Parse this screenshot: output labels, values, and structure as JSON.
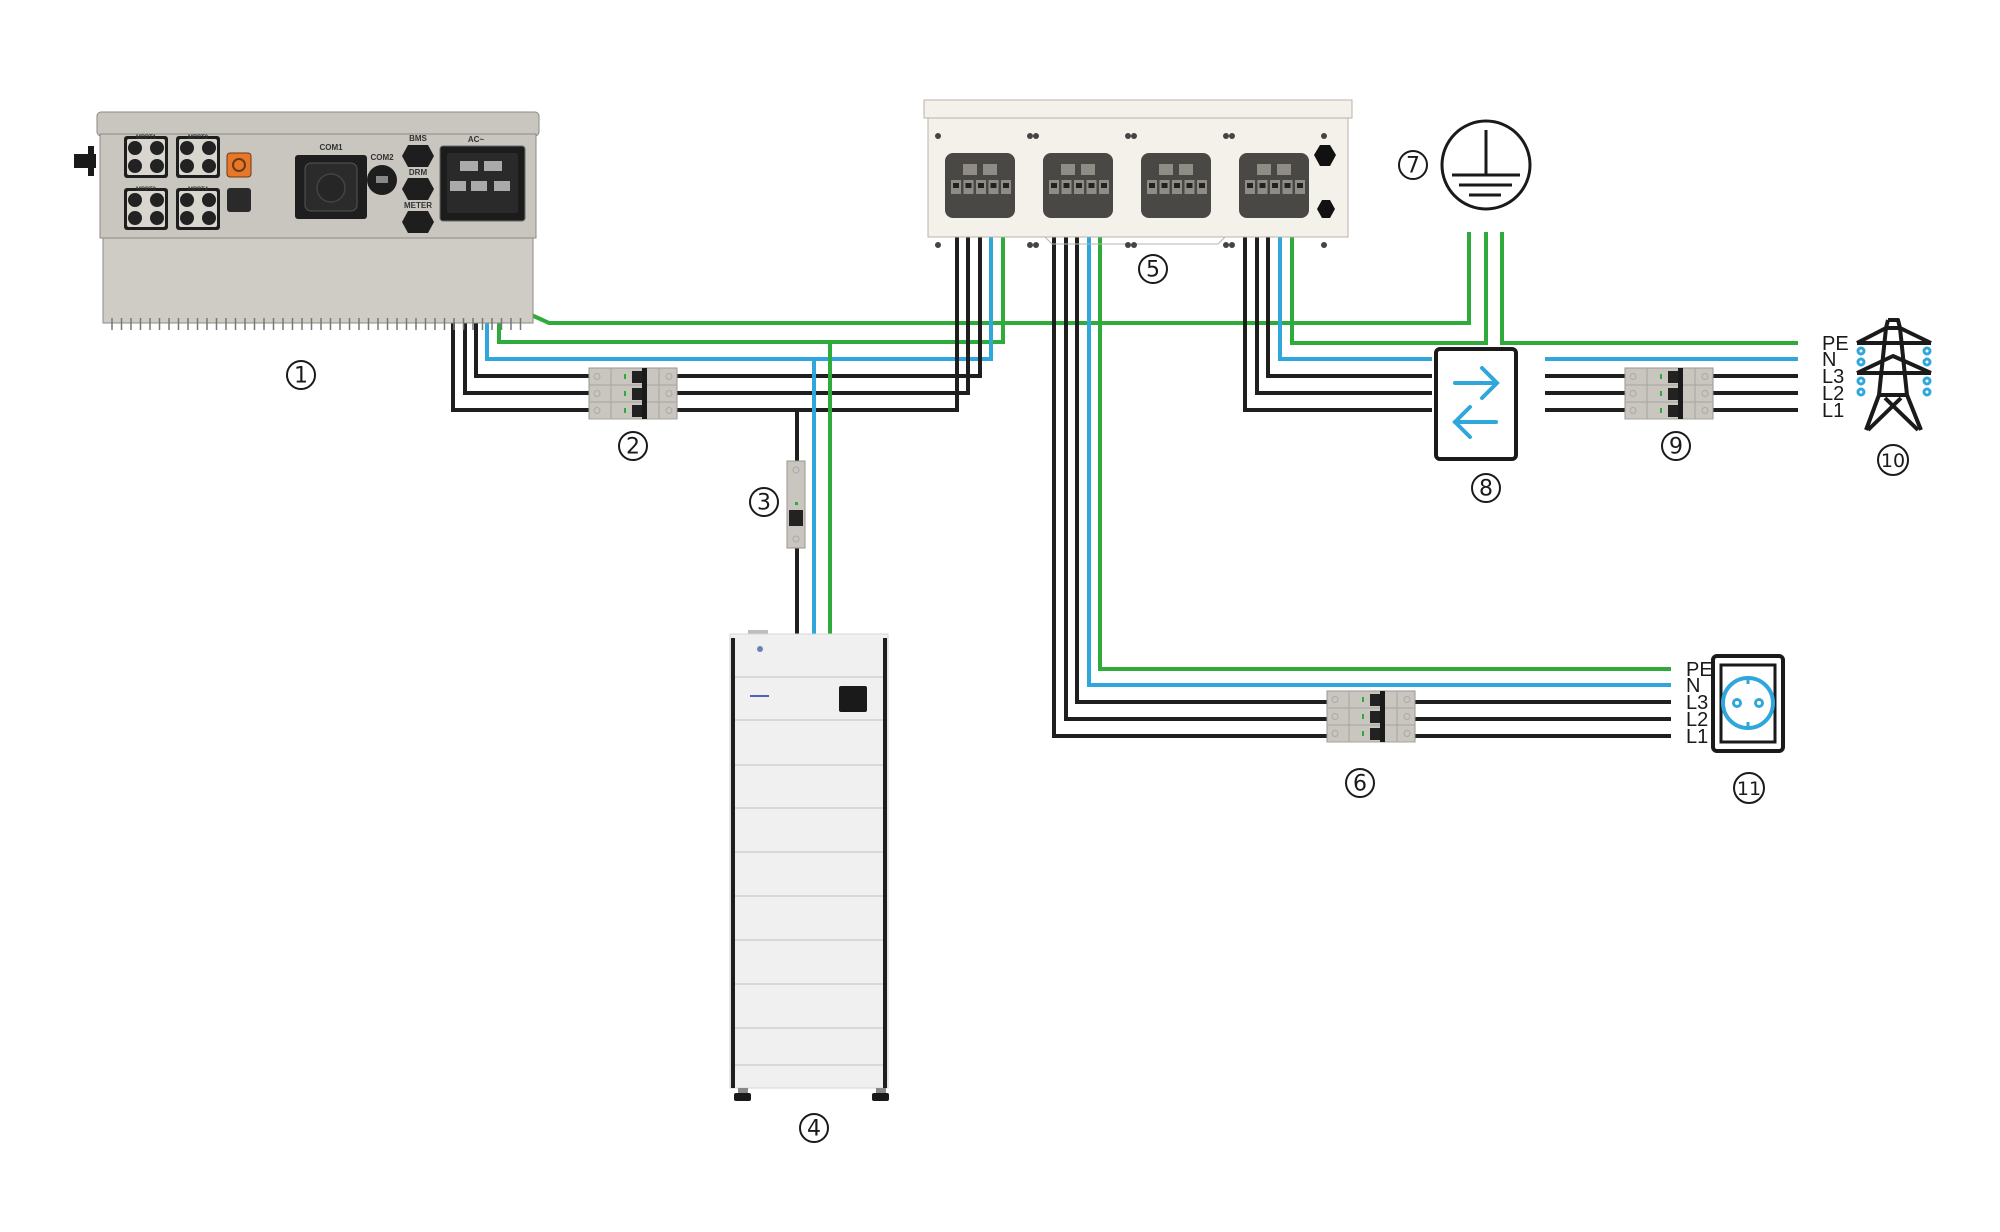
{
  "diagram": {
    "title": "Three-phase hybrid inverter with battery, backup box and grid connection",
    "colors": {
      "phase_wire": "#1f1f1f",
      "neutral_wire": "#2fa6dc",
      "earth_wire": "#2eab3a",
      "device_grey": "#c9c6c0",
      "box_cream": "#f4f1ea",
      "connector_dark": "#4a4845",
      "accent_orange": "#e8772a",
      "battery_white": "#f0f0f0"
    },
    "components": [
      {
        "id": "1",
        "label": "①",
        "name": "Hybrid inverter"
      },
      {
        "id": "2",
        "label": "②",
        "name": "3-pole circuit breaker (inverter AC)"
      },
      {
        "id": "3",
        "label": "③",
        "name": "1-pole circuit breaker (battery supply)"
      },
      {
        "id": "4",
        "label": "④",
        "name": "Battery storage tower"
      },
      {
        "id": "5",
        "label": "⑤",
        "name": "Backup / distribution box"
      },
      {
        "id": "6",
        "label": "⑥",
        "name": "3-pole circuit breaker (loads)"
      },
      {
        "id": "7",
        "label": "⑦",
        "name": "Protective earth"
      },
      {
        "id": "8",
        "label": "⑧",
        "name": "Bidirectional energy meter"
      },
      {
        "id": "9",
        "label": "⑨",
        "name": "3-pole circuit breaker (grid)"
      },
      {
        "id": "10",
        "label": "⑩",
        "name": "Utility grid"
      },
      {
        "id": "11",
        "label": "⑪",
        "name": "Household loads"
      }
    ],
    "inverter_labels": {
      "mppt": [
        "MPPT1",
        "MPPT2",
        "MPPT3",
        "MPPT4"
      ],
      "com1": "COM1",
      "com2": "COM2",
      "port_top": "BMS",
      "port_mid": "DRM",
      "port_bottom": "METER",
      "ac": "AC~"
    },
    "grid_conductors": [
      "PE",
      "N",
      "L3",
      "L2",
      "L1"
    ],
    "load_conductors": [
      "PE",
      "N",
      "L3",
      "L2",
      "L1"
    ],
    "icons": {
      "earth": "earth-ground-icon",
      "meter": "bidirectional-arrows-icon",
      "grid": "power-pylon-icon",
      "load": "schuko-socket-icon"
    }
  }
}
